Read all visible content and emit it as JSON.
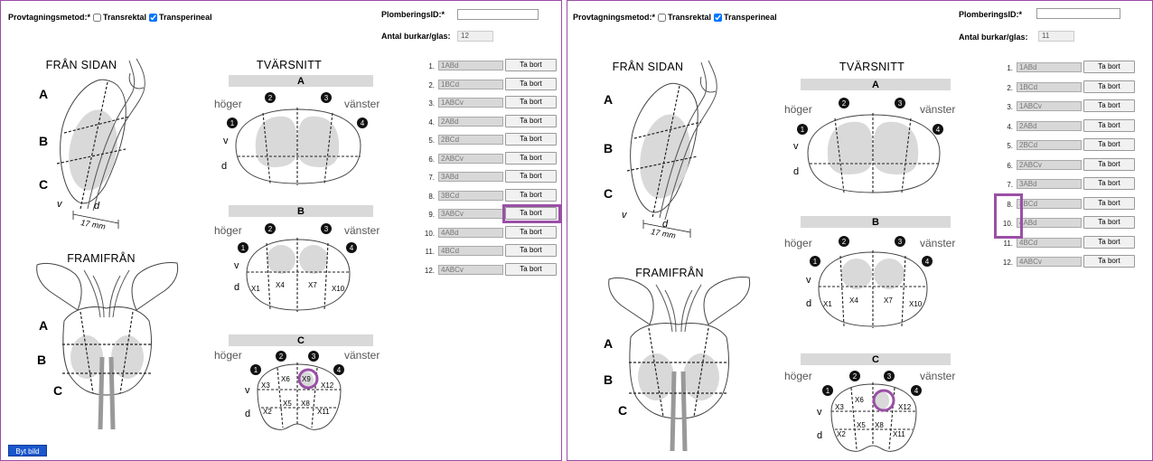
{
  "panels": [
    {
      "method_label": "Provtagningsmetod:*",
      "opt_transrectal": "Transrektal",
      "opt_transperineal": "Transperineal",
      "sealing_label": "PlomberingsID:*",
      "sealing_value": "",
      "jars_label": "Antal burkar/glas:",
      "jars_value": "12",
      "side_title": "FRÅN SIDAN",
      "front_title": "FRAMIFRÅN",
      "cross_title": "TVÄRSNITT",
      "dimension_label": "17 mm",
      "zones": [
        "A",
        "B",
        "C"
      ],
      "side_labels": {
        "v": "v",
        "d": "d"
      },
      "cross": {
        "right": "höger",
        "left": "vänster",
        "v": "v",
        "d": "d",
        "markers": [
          "1",
          "2",
          "3",
          "4"
        ],
        "b_cells": [
          "X1",
          "X4",
          "X7",
          "X10"
        ],
        "c_cells": [
          "X3",
          "X6",
          "X9",
          "X12",
          "X2",
          "X5",
          "X8",
          "X11"
        ]
      },
      "remove_label": "Ta bort",
      "samples": [
        {
          "num": "1.",
          "code": "1ABd"
        },
        {
          "num": "2.",
          "code": "1BCd"
        },
        {
          "num": "3.",
          "code": "1ABCv"
        },
        {
          "num": "4.",
          "code": "2ABd"
        },
        {
          "num": "5.",
          "code": "2BCd"
        },
        {
          "num": "6.",
          "code": "2ABCv"
        },
        {
          "num": "7.",
          "code": "3ABd"
        },
        {
          "num": "8.",
          "code": "3BCd"
        },
        {
          "num": "9.",
          "code": "3ABCv"
        },
        {
          "num": "10.",
          "code": "4ABd"
        },
        {
          "num": "11.",
          "code": "4BCd"
        },
        {
          "num": "12.",
          "code": "4ABCv"
        }
      ],
      "swap_label": "Byt bild"
    },
    {
      "method_label": "Provtagningsmetod:*",
      "opt_transrectal": "Transrektal",
      "opt_transperineal": "Transperineal",
      "sealing_label": "PlomberingsID:*",
      "sealing_value": "",
      "jars_label": "Antal burkar/glas:",
      "jars_value": "11",
      "side_title": "FRÅN SIDAN",
      "front_title": "FRAMIFRÅN",
      "cross_title": "TVÄRSNITT",
      "dimension_label": "17 mm",
      "zones": [
        "A",
        "B",
        "C"
      ],
      "side_labels": {
        "v": "v",
        "d": "d"
      },
      "cross": {
        "right": "höger",
        "left": "vänster",
        "v": "v",
        "d": "d",
        "markers": [
          "1",
          "2",
          "3",
          "4"
        ],
        "b_cells": [
          "X1",
          "X4",
          "X7",
          "X10"
        ],
        "c_cells": [
          "X3",
          "X6",
          "",
          "X12",
          "X2",
          "X5",
          "X8",
          "X11"
        ]
      },
      "remove_label": "Ta bort",
      "samples": [
        {
          "num": "1.",
          "code": "1ABd"
        },
        {
          "num": "2.",
          "code": "1BCd"
        },
        {
          "num": "3.",
          "code": "1ABCv"
        },
        {
          "num": "4.",
          "code": "2ABd"
        },
        {
          "num": "5.",
          "code": "2BCd"
        },
        {
          "num": "6.",
          "code": "2ABCv"
        },
        {
          "num": "7.",
          "code": "3ABd"
        },
        {
          "num": "8.",
          "code": "3BCd"
        },
        {
          "num": "10.",
          "code": "4ABd"
        },
        {
          "num": "11.",
          "code": "4BCd"
        },
        {
          "num": "12.",
          "code": "4ABCv"
        }
      ]
    }
  ],
  "colors": {
    "highlight": "#9a4fa6",
    "swap_button": "#1a56cc",
    "gland": "#d9d9d9"
  }
}
